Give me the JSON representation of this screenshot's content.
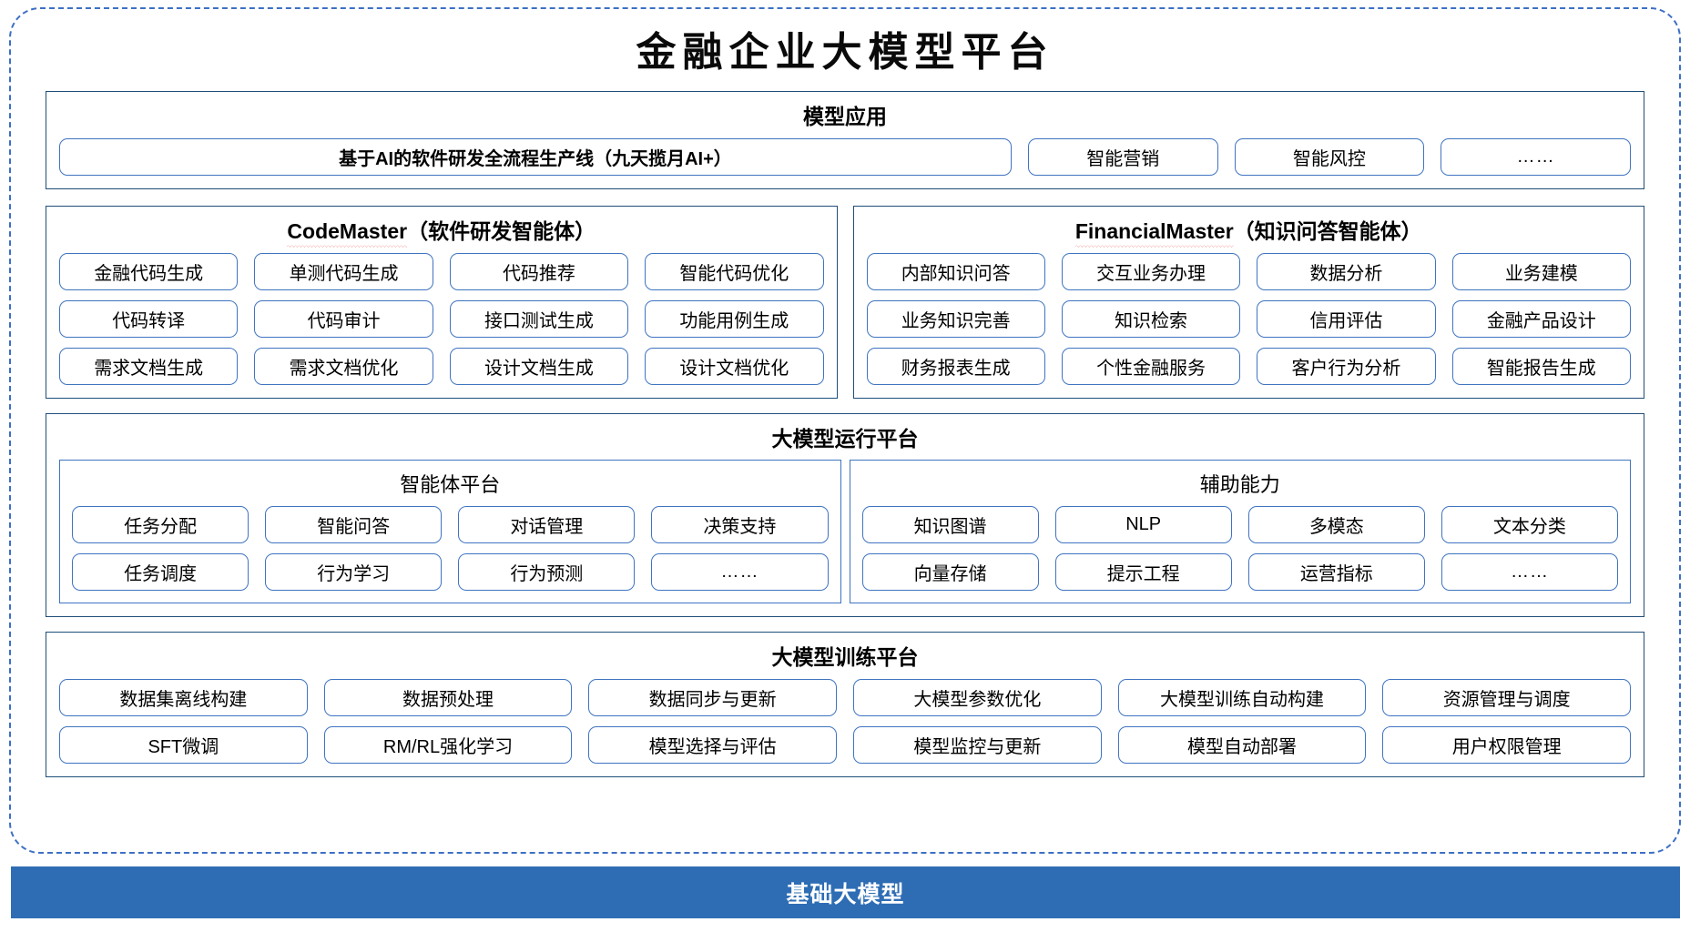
{
  "page_title": "金融企业大模型平台",
  "sections": {
    "model_application": {
      "title": "模型应用",
      "primary": "基于AI的软件研发全流程生产线（九天揽月AI+）",
      "items": [
        "智能营销",
        "智能风控",
        "……"
      ]
    },
    "code_master": {
      "title_latin": "CodeMaster",
      "title_cn": "（软件研发智能体）",
      "rows": [
        [
          "金融代码生成",
          "单测代码生成",
          "代码推荐",
          "智能代码优化"
        ],
        [
          "代码转译",
          "代码审计",
          "接口测试生成",
          "功能用例生成"
        ],
        [
          "需求文档生成",
          "需求文档优化",
          "设计文档生成",
          "设计文档优化"
        ]
      ]
    },
    "financial_master": {
      "title_latin": "FinancialMaster",
      "title_cn": "（知识问答智能体）",
      "rows": [
        [
          "内部知识问答",
          "交互业务办理",
          "数据分析",
          "业务建模"
        ],
        [
          "业务知识完善",
          "知识检索",
          "信用评估",
          "金融产品设计"
        ],
        [
          "财务报表生成",
          "个性金融服务",
          "客户行为分析",
          "智能报告生成"
        ]
      ]
    },
    "runtime_platform": {
      "title": "大模型运行平台",
      "agent_platform": {
        "title": "智能体平台",
        "rows": [
          [
            "任务分配",
            "智能问答",
            "对话管理",
            "决策支持"
          ],
          [
            "任务调度",
            "行为学习",
            "行为预测",
            "……"
          ]
        ]
      },
      "support_capability": {
        "title": "辅助能力",
        "rows": [
          [
            "知识图谱",
            "NLP",
            "多模态",
            "文本分类"
          ],
          [
            "向量存储",
            "提示工程",
            "运营指标",
            "……"
          ]
        ]
      }
    },
    "training_platform": {
      "title": "大模型训练平台",
      "rows": [
        [
          "数据集离线构建",
          "数据预处理",
          "数据同步与更新",
          "大模型参数优化",
          "大模型训练自动构建",
          "资源管理与调度"
        ],
        [
          "SFT微调",
          "RM/RL强化学习",
          "模型选择与评估",
          "模型监控与更新",
          "模型自动部署",
          "用户权限管理"
        ]
      ]
    },
    "foundation": {
      "label": "基础大模型"
    }
  },
  "colors": {
    "frame_dashed": "#3d6fc4",
    "panel_border": "#1f4e79",
    "chip_border": "#3f74c0",
    "base_bar": "#2e6db4",
    "spellcheck_underline": "#e8201a"
  }
}
